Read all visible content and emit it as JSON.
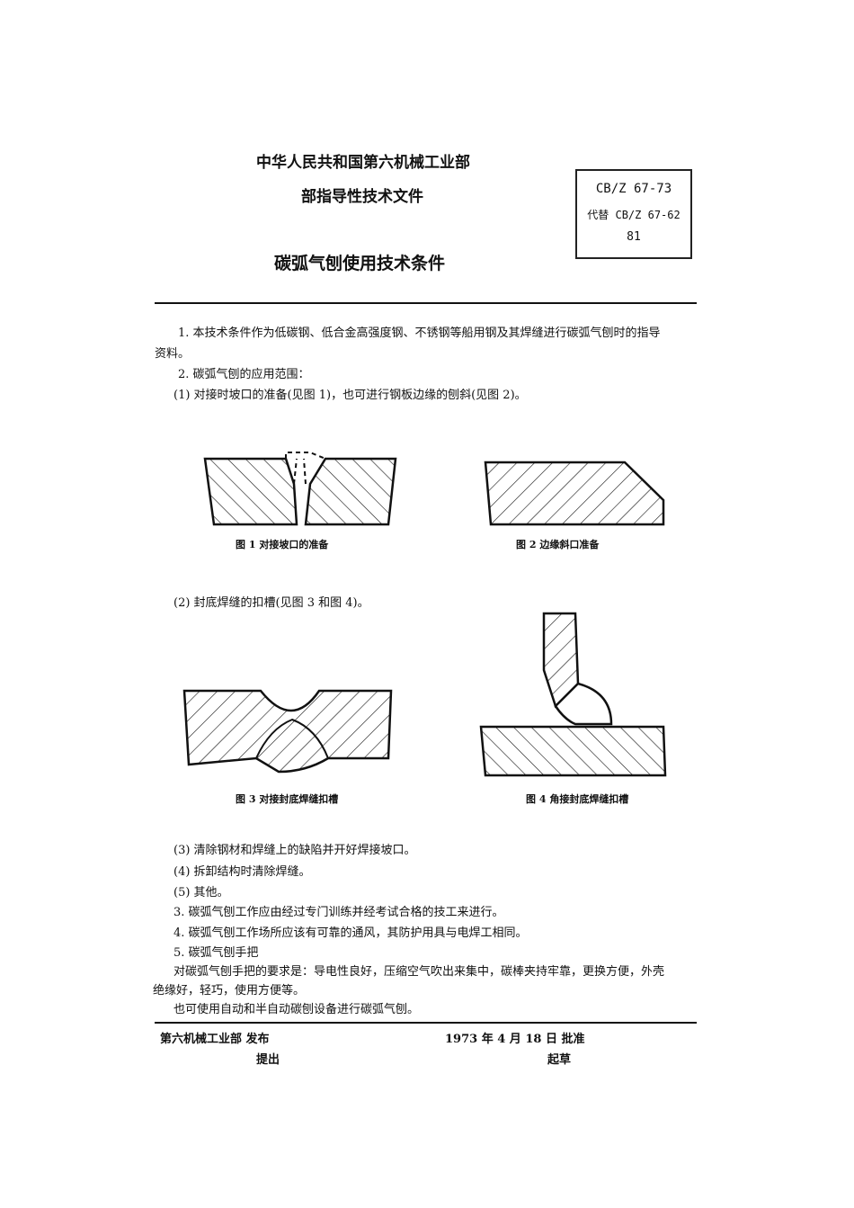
{
  "header": {
    "issuer_line1": "中华人民共和国第六机械工业部",
    "issuer_line2": "部指导性技术文件",
    "title": "碳弧气刨使用技术条件",
    "code_box": {
      "code": "CB/Z 67-73",
      "replaces": "代替 CB/Z 67-62",
      "page": "81"
    }
  },
  "body": {
    "p1_line1": "1.  本技术条件作为低碳钢、低合金高强度钢、不锈钢等船用钢及其焊缝进行碳弧气刨时的指导",
    "p1_line2": "资料。",
    "p2": "2.  碳弧气刨的应用范围：",
    "p2_1": "(1) 对接时坡口的准备(见图 1)，也可进行钢板边缘的刨斜(见图 2)。",
    "fig1_caption": "图 1   对接坡口的准备",
    "fig2_caption": "图 2   边缘斜口准备",
    "p2_2": "(2) 封底焊缝的扣槽(见图 3 和图 4)。",
    "fig3_caption": "图 3   对接封底焊缝扣槽",
    "fig4_caption": "图 4   角接封底焊缝扣槽",
    "p2_3": "(3) 清除钢材和焊缝上的缺陷并开好焊接坡口。",
    "p2_4": "(4) 拆卸结构时清除焊缝。",
    "p2_5": "(5) 其他。",
    "p3": "3.  碳弧气刨工作应由经过专门训练并经考试合格的技工来进行。",
    "p4": "4.  碳弧气刨工作场所应该有可靠的通风，其防护用具与电焊工相同。",
    "p5": "5.  碳弧气刨手把",
    "p5_text_line1": "对碳弧气刨手把的要求是：导电性良好，压缩空气吹出来集中，碳棒夹持牢靠，更换方便，外壳",
    "p5_text_line2": "绝缘好，轻巧，使用方便等。",
    "p6": "也可使用自动和半自动碳刨设备进行碳弧气刨。"
  },
  "footer": {
    "publisher": "第六机械工业部  发布",
    "proposer": "提出",
    "approval": "1973 年 4 月 18 日  批准",
    "drafter": "起草"
  }
}
